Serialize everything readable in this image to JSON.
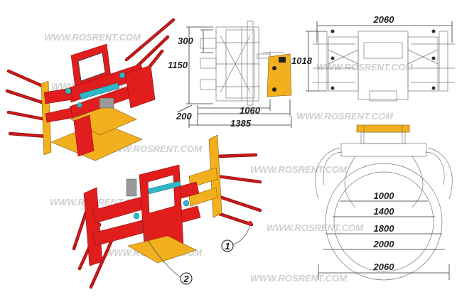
{
  "watermark": "WWW.ROSRENT.COM",
  "side_view": {
    "dims": {
      "d300": "300",
      "d1150": "1150",
      "d200": "200",
      "d1060": "1060",
      "d1385": "1385"
    }
  },
  "front_view": {
    "dims": {
      "d2060": "2060",
      "d1018": "1018"
    }
  },
  "top_view": {
    "dims": {
      "d1000": "1000",
      "d1400": "1400",
      "d1800": "1800",
      "d2000": "2000",
      "d2060": "2060"
    }
  },
  "callouts": {
    "c1": "1",
    "c2": "2"
  },
  "colors": {
    "frame_red": "#e11d1d",
    "frame_yellow": "#f2b01e",
    "cylinder_cyan": "#2fb8c8",
    "watermark_gray": "#bfbfbf"
  }
}
